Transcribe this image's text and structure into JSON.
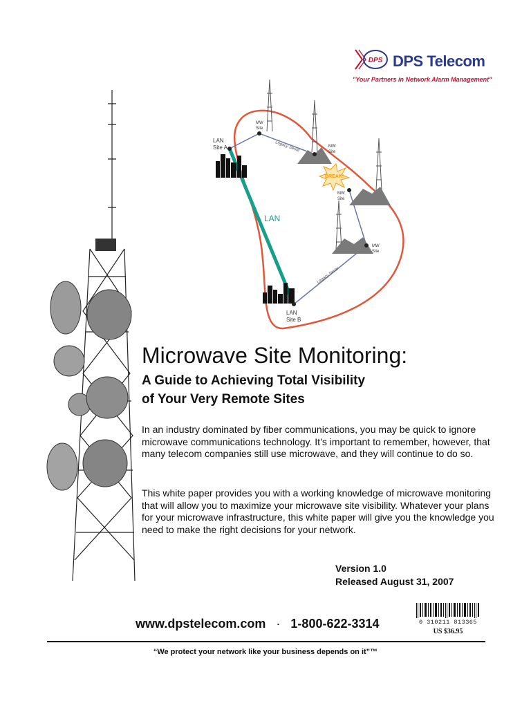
{
  "header": {
    "brand": "DPS Telecom",
    "logo_mark_text": "DPS",
    "tagline": "\"Your Partners in Network Alarm Management\""
  },
  "diagram": {
    "labels": {
      "lan_site_a": [
        "LAN",
        "Site A"
      ],
      "lan_site_b": [
        "LAN",
        "Site B"
      ],
      "mw_site_1": [
        "MW",
        "Site"
      ],
      "mw_site_2": [
        "MW",
        "Site"
      ],
      "mw_site_3": [
        "MW",
        "Site"
      ],
      "mw_site_4": [
        "MW",
        "Site"
      ],
      "legacy_serial_top": "Legacy Serial",
      "legacy_serial_bottom": "Legacy Serial",
      "break": "BREAK!",
      "lan": "LAN"
    },
    "colors": {
      "loop": "#e2563a",
      "lan_link": "#16a08a",
      "serial": "#6d74a8",
      "break": "#f39c12"
    }
  },
  "document": {
    "title": "Microwave Site Monitoring:",
    "subtitle_line1": "A Guide to Achieving Total Visibility",
    "subtitle_line2": "of Your Very Remote Sites",
    "paragraph1": "In an industry dominated by fiber communications, you may be quick to ignore microwave communications technology.  It’s important to remember, however, that many telecom companies still use microwave, and they will continue to do so.",
    "paragraph2": "This white paper provides you with a working knowledge of microwave monitoring that will allow you to maximize your microwave site visibility. Whatever your plans for your microwave infrastructure, this white paper will give you the knowledge you need to make the right decisions for your network.",
    "version": "Version 1.0",
    "released": "Released August 31, 2007"
  },
  "footer": {
    "website": "www.dpstelecom.com",
    "separator": "·",
    "phone": "1-800-622-3314",
    "barcode_digits": "0  310211  813365",
    "price": "US $36.95",
    "quote": "“We protect your network like your business depends on it”™"
  }
}
